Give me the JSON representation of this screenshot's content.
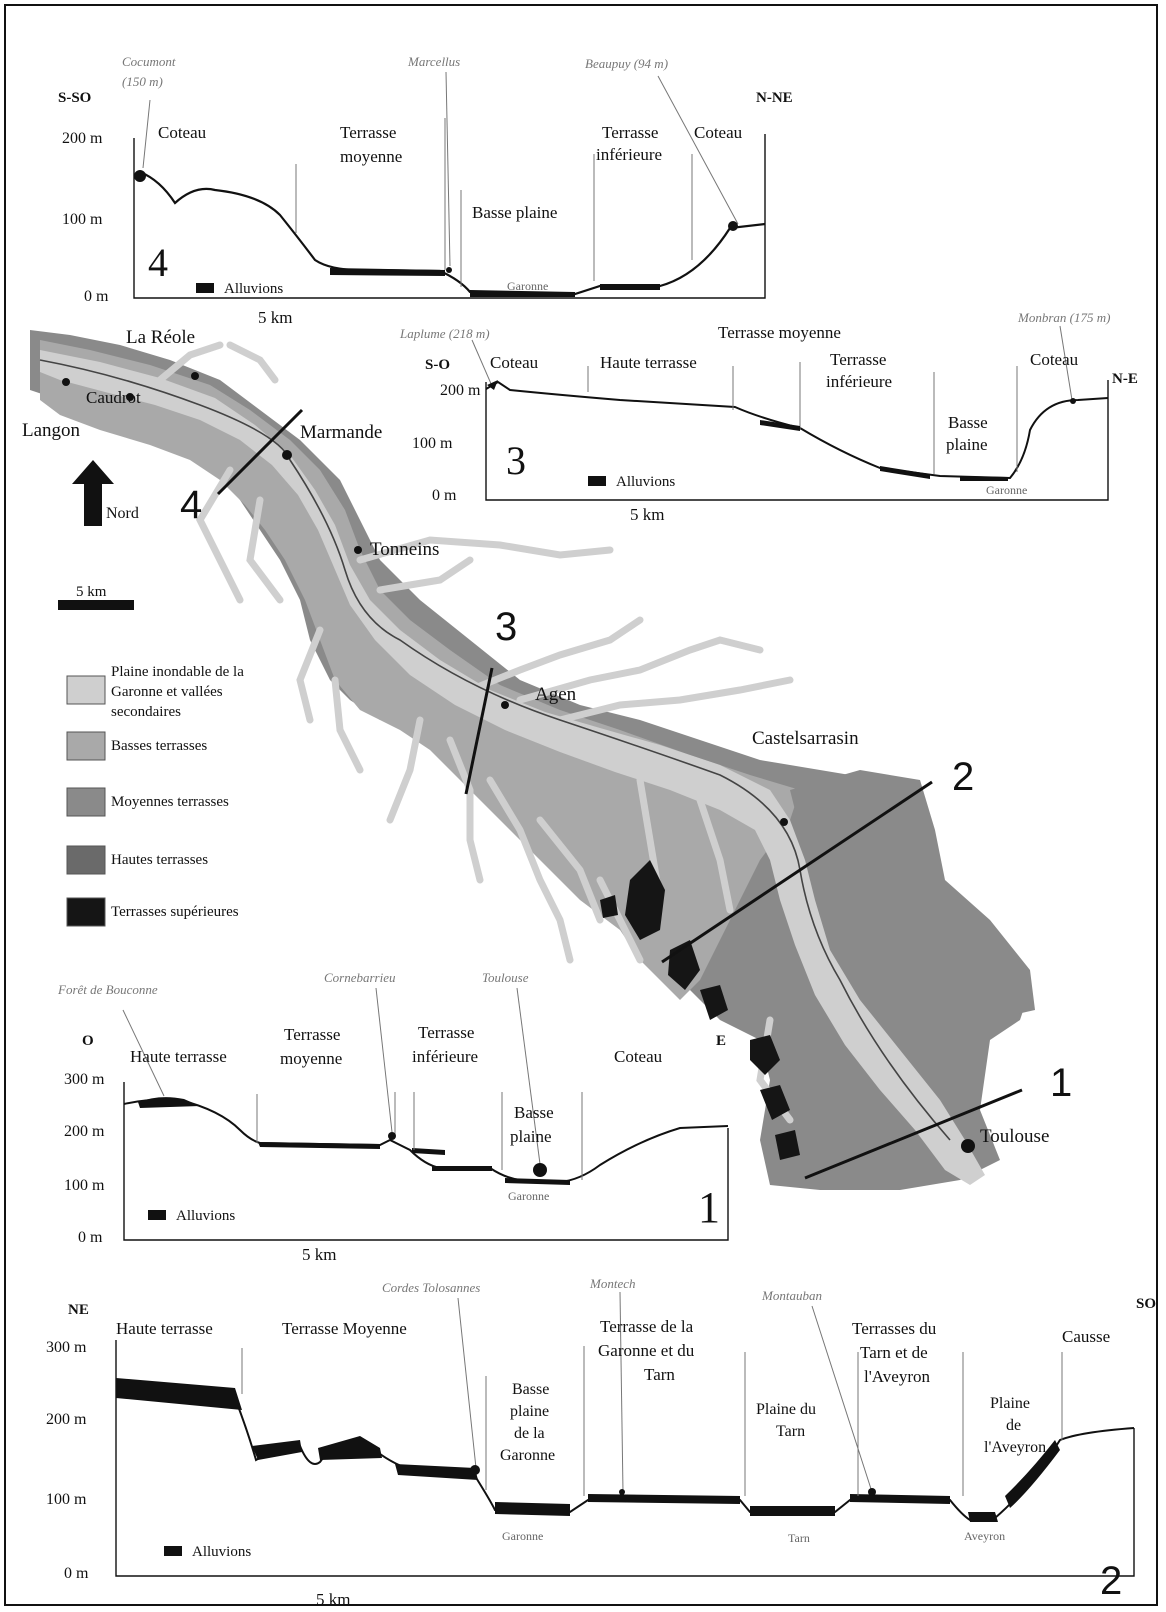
{
  "colors": {
    "plaine": "#cfcfcf",
    "basses": "#a9a9a9",
    "moyennes": "#8a8a8a",
    "hautes": "#6a6a6a",
    "superieures": "#151515",
    "line": "#111111"
  },
  "map": {
    "north_label": "Nord",
    "scale_label": "5 km",
    "towns": [
      "La Réole",
      "Caudrot",
      "Langon",
      "Marmande",
      "Tonneins",
      "Agen",
      "Castelsarrasin",
      "Toulouse"
    ],
    "transect_numbers": [
      "4",
      "3",
      "2",
      "1"
    ],
    "legend": [
      {
        "label": "Plaine inondable de la Garonne et vallées secondaires",
        "lines": [
          "Plaine inondable de la",
          "Garonne et vallées",
          "secondaires"
        ],
        "color_key": "plaine"
      },
      {
        "label": "Basses terrasses",
        "lines": [
          "Basses terrasses"
        ],
        "color_key": "basses"
      },
      {
        "label": "Moyennes terrasses",
        "lines": [
          "Moyennes terrasses"
        ],
        "color_key": "moyennes"
      },
      {
        "label": "Hautes terrasses",
        "lines": [
          "Hautes terrasses"
        ],
        "color_key": "hautes"
      },
      {
        "label": "Terrasses supérieures",
        "lines": [
          "Terrasses supérieures"
        ],
        "color_key": "superieures"
      }
    ]
  },
  "profiles": {
    "p4": {
      "number": "4",
      "left_dir": "S-SO",
      "right_dir": "N-NE",
      "y_ticks": [
        "200 m",
        "100 m",
        "0 m"
      ],
      "scale": "5 km",
      "alluvions": "Alluvions",
      "river": "Garonne",
      "places": [
        "Cocumont (150 m)",
        "Marcellus",
        "Beaupuy (94 m)"
      ],
      "units": [
        [
          "Coteau"
        ],
        [
          "Terrasse",
          "moyenne"
        ],
        [
          "Basse plaine"
        ],
        [
          "Terrasse",
          "inférieure"
        ],
        [
          "Coteau"
        ]
      ]
    },
    "p3": {
      "number": "3",
      "left_dir": "S-O",
      "right_dir": "N-E",
      "y_ticks": [
        "200 m",
        "100 m",
        "0 m"
      ],
      "scale": "5 km",
      "alluvions": "Alluvions",
      "river": "Garonne",
      "places": [
        "Laplume (218 m)",
        "Monbran (175 m)"
      ],
      "units": [
        [
          "Coteau"
        ],
        [
          "Haute terrasse"
        ],
        [
          "Terrasse moyenne"
        ],
        [
          "Terrasse",
          "inférieure"
        ],
        [
          "Basse",
          "plaine"
        ],
        [
          "Coteau"
        ]
      ]
    },
    "p1": {
      "number": "1",
      "left_dir": "O",
      "right_dir": "E",
      "y_ticks": [
        "300 m",
        "200 m",
        "100 m",
        "0 m"
      ],
      "scale": "5 km",
      "alluvions": "Alluvions",
      "river": "Garonne",
      "places": [
        "Forêt de Bouconne",
        "Cornebarrieu",
        "Toulouse"
      ],
      "units": [
        [
          "Haute terrasse"
        ],
        [
          "Terrasse",
          "moyenne"
        ],
        [
          "Terrasse",
          "inférieure"
        ],
        [
          "Basse",
          "plaine"
        ],
        [
          "Coteau"
        ]
      ]
    },
    "p2": {
      "number": "2",
      "left_dir": "NE",
      "right_dir": "SO",
      "y_ticks": [
        "300 m",
        "200 m",
        "100 m",
        "0 m"
      ],
      "scale": "5 km",
      "alluvions": "Alluvions",
      "rivers": [
        "Garonne",
        "Tarn",
        "Aveyron"
      ],
      "places": [
        "Cordes Tolosannes",
        "Montech",
        "Montauban"
      ],
      "units": [
        [
          "Haute terrasse"
        ],
        [
          "Terrasse Moyenne"
        ],
        [
          "Basse",
          "plaine",
          "de la",
          "Garonne"
        ],
        [
          "Terrasse de la",
          "Garonne et du",
          "Tarn"
        ],
        [
          "Plaine du",
          "Tarn"
        ],
        [
          "Terrasses du",
          "Tarn et de",
          "l'Aveyron"
        ],
        [
          "Plaine",
          "de",
          "l'Aveyron"
        ],
        [
          "Causse"
        ]
      ]
    }
  }
}
